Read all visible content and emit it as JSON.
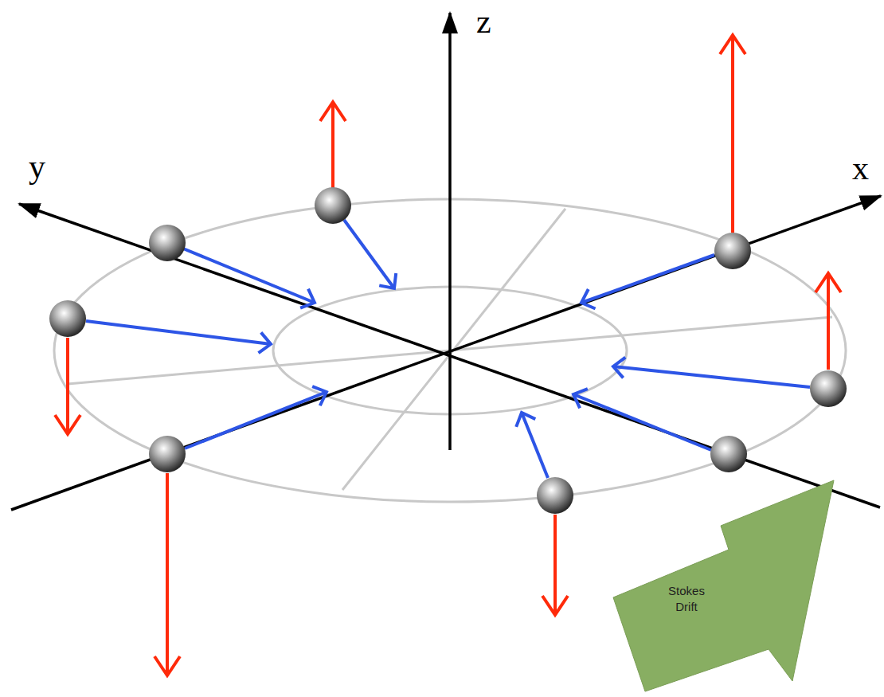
{
  "diagram": {
    "nodes": [
      {
        "text": [
          "Stokes Drift"
        ]
      }
    ],
    "labels": [
      "z",
      "y",
      "x"
    ]
  }
}
